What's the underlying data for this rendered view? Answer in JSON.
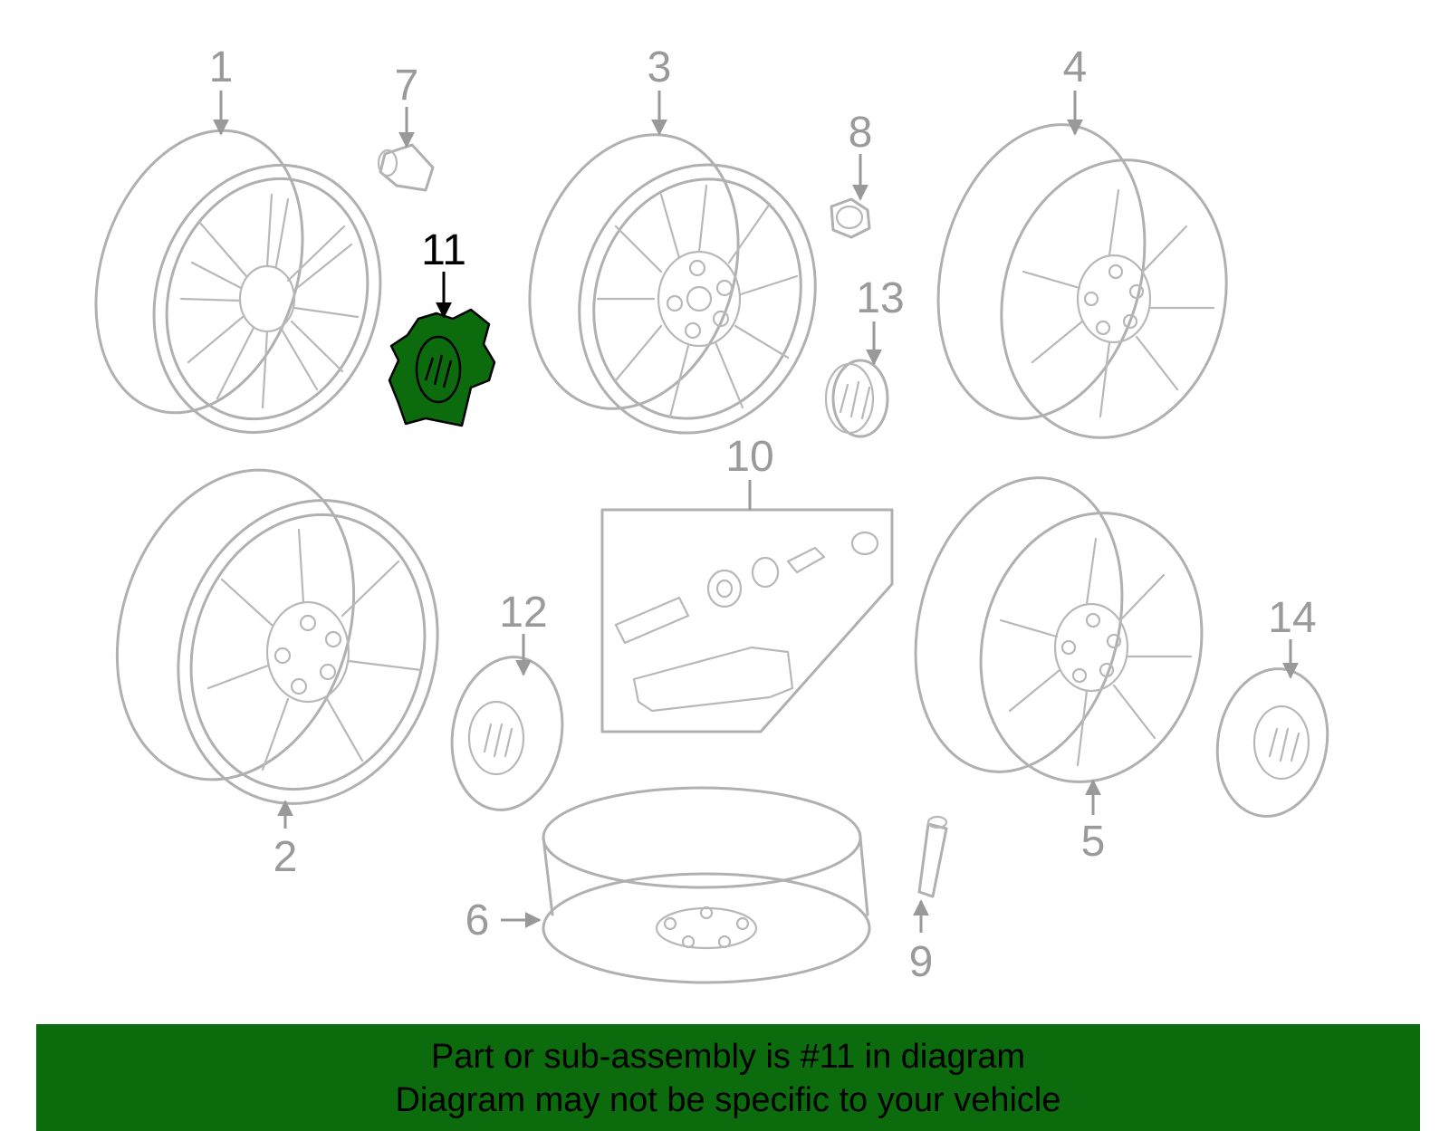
{
  "diagram": {
    "highlighted_part": "11",
    "highlight_color": "#0c6b0c",
    "callouts": {
      "p1": "1",
      "p2": "2",
      "p3": "3",
      "p4": "4",
      "p5": "5",
      "p6": "6",
      "p7": "7",
      "p8": "8",
      "p9": "9",
      "p10": "10",
      "p11": "11",
      "p12": "12",
      "p13": "13",
      "p14": "14"
    }
  },
  "banner": {
    "line1": "Part or sub-assembly is #11 in diagram",
    "line2": "Diagram may not be specific to your vehicle",
    "background": "#0c6b0c"
  }
}
